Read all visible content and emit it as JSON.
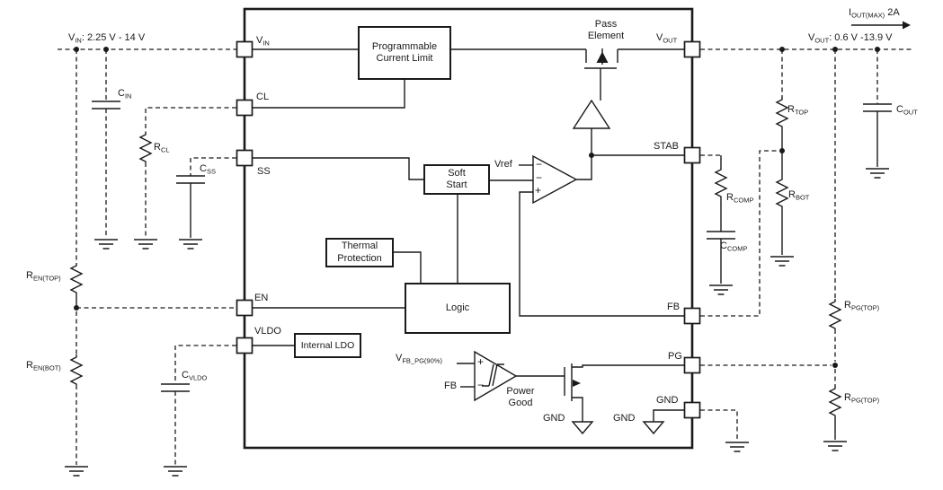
{
  "ic": {
    "pins": {
      "vin": {
        "m": "V",
        "s": "IN"
      },
      "cl": {
        "m": "CL"
      },
      "ss": {
        "m": "SS"
      },
      "en": {
        "m": "EN"
      },
      "vldo": {
        "m": "VLDO"
      },
      "vout": {
        "m": "V",
        "s": "OUT"
      },
      "stab": {
        "m": "STAB"
      },
      "fb": {
        "m": "FB"
      },
      "pg": {
        "m": "PG"
      },
      "gnd": {
        "m": "GND"
      }
    },
    "blocks": {
      "current_limit": "Programmable Current Limit",
      "soft_start": "Soft Start",
      "thermal_protection": "Thermal Protection",
      "logic": "Logic",
      "internal_ldo": "Internal LDO"
    },
    "labels": {
      "pass_element": "Pass Element",
      "power_good": "Power Good",
      "vref": "Vref",
      "vfb_pg": {
        "m": "V",
        "s": "FB_PG(90%)"
      },
      "fb_comp_input": "FB",
      "gnd_internal_left": "GND",
      "gnd_internal_right": "GND"
    },
    "amp_signs": {
      "err_in1": "−",
      "err_in2": "−",
      "err_in3": "+",
      "pg_in1": "+",
      "pg_in2": "−"
    }
  },
  "external": {
    "rails": {
      "vin": {
        "m": "V",
        "s": "IN",
        "r": ": 2.25 V - 14 V"
      },
      "vout": {
        "m": "V",
        "s": "OUT",
        "r": ": 0.6 V -13.9 V"
      },
      "iout_max": {
        "m": "I",
        "s": "OUT(MAX)",
        "r": " 2A"
      }
    },
    "components": {
      "cin": {
        "m": "C",
        "s": "IN"
      },
      "rcl": {
        "m": "R",
        "s": "CL"
      },
      "css": {
        "m": "C",
        "s": "SS"
      },
      "ren_top": {
        "m": "R",
        "s": "EN(TOP)"
      },
      "ren_bot": {
        "m": "R",
        "s": "EN(BOT)"
      },
      "cvldo": {
        "m": "C",
        "s": "VLDO"
      },
      "rtop": {
        "m": "R",
        "s": "TOP"
      },
      "rbot": {
        "m": "R",
        "s": "BOT"
      },
      "rcomp": {
        "m": "R",
        "s": "COMP"
      },
      "ccomp": {
        "m": "C",
        "s": "COMP"
      },
      "cout": {
        "m": "C",
        "s": "OUT"
      },
      "rpg_top_upper": {
        "m": "R",
        "s": "PG(TOP)"
      },
      "rpg_top_lower": {
        "m": "R",
        "s": "PG(TOP)"
      }
    }
  }
}
